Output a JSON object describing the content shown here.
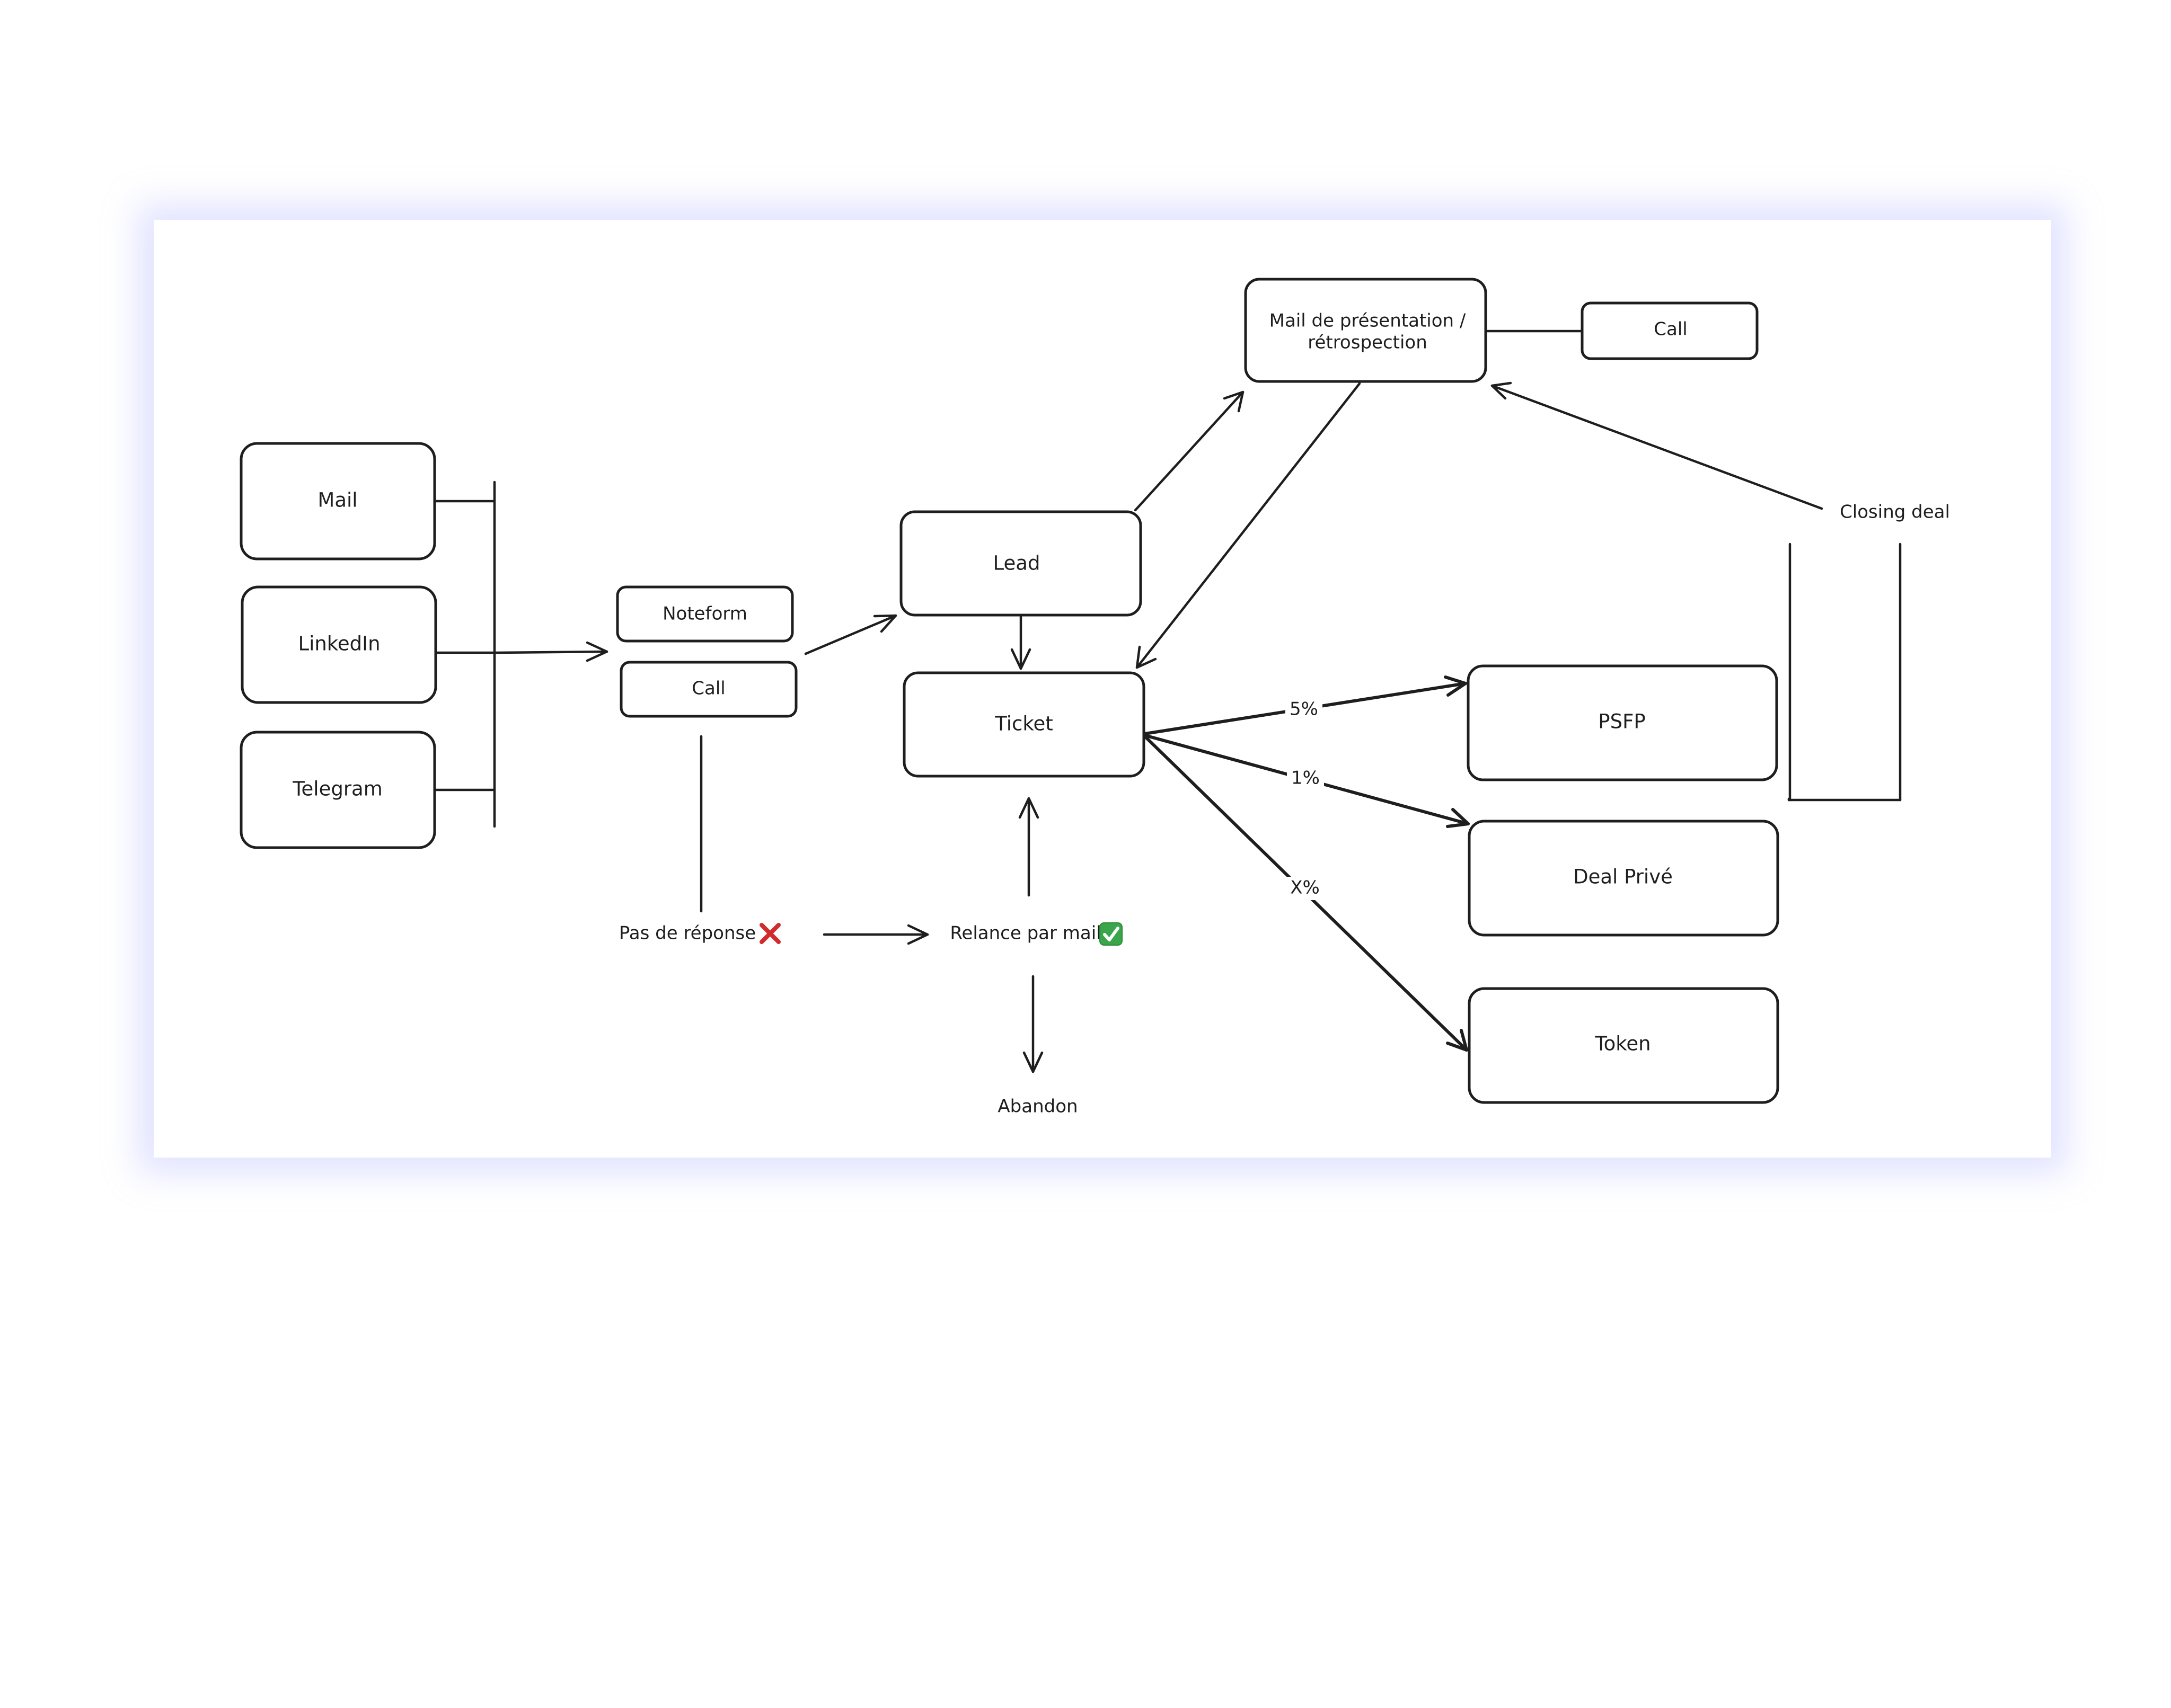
{
  "nodes": {
    "mail": "Mail",
    "linkedin": "LinkedIn",
    "telegram": "Telegram",
    "noteform": "Noteform",
    "call_left": "Call",
    "lead": "Lead",
    "ticket": "Ticket",
    "mail_presentation_line1": "Mail de présentation /",
    "mail_presentation_line2": "rétrospection",
    "call_top": "Call",
    "psfp": "PSFP",
    "deal_prive": "Deal Privé",
    "token": "Token"
  },
  "labels": {
    "pas_de_reponse": "Pas de réponse",
    "relance_par_mail": "Relance par mail",
    "abandon": "Abandon",
    "closing_deal": "Closing deal"
  },
  "edge_labels": {
    "to_psfp": "5%",
    "to_deal_prive": "1%",
    "to_token": "X%"
  },
  "icons": {
    "pas_de_reponse": "cross-mark-icon",
    "relance_par_mail": "check-mark-icon"
  },
  "colors": {
    "stroke": "#1e1e1e",
    "card_shadow": "#d7daff",
    "cross_red": "#d12b2b",
    "check_green": "#3aa54a"
  }
}
